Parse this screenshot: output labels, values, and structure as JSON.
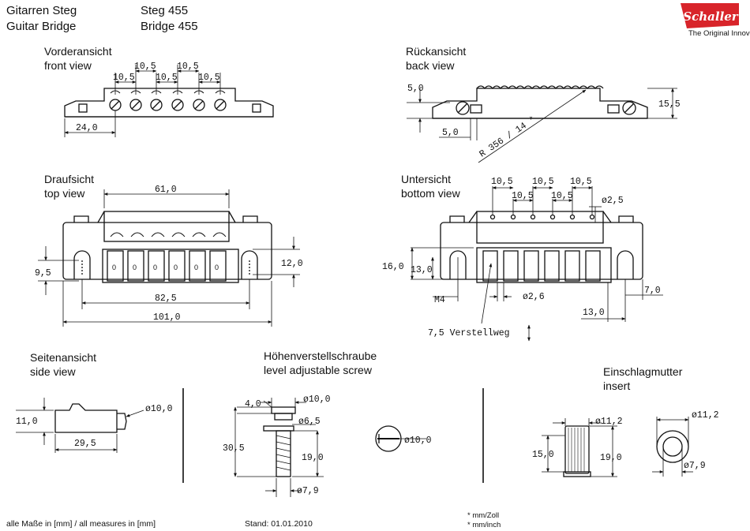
{
  "header": {
    "title_de": "Gitarren Steg",
    "title_en": "Guitar Bridge",
    "model_de": "Steg 455",
    "model_en": "Bridge 455"
  },
  "logo": {
    "brand": "Schaller",
    "tagline": "The Original Innovators",
    "color": "#d8242a"
  },
  "views": {
    "front": {
      "title_de": "Vorderansicht",
      "title_en": "front view"
    },
    "back": {
      "title_de": "Rückansicht",
      "title_en": "back view"
    },
    "top": {
      "title_de": "Draufsicht",
      "title_en": "top view"
    },
    "bottom": {
      "title_de": "Untersicht",
      "title_en": "bottom view"
    },
    "side": {
      "title_de": "Seitenansicht",
      "title_en": "side view"
    },
    "screw": {
      "title_de": "Höhenverstellschraube",
      "title_en": "level adjustable screw"
    },
    "insert": {
      "title_de": "Einschlagmutter",
      "title_en": "insert"
    }
  },
  "dims": {
    "front_spacing": "10,5",
    "front_24": "24,0",
    "back_5a": "5,0",
    "back_5b": "5,0",
    "back_155": "15,5",
    "back_radius": "R 356 / 14 *",
    "top_61": "61,0",
    "top_95": "9,5",
    "top_12": "12,0",
    "top_825": "82,5",
    "top_101": "101,0",
    "bot_spacing": "10,5",
    "bot_d25": "ø2,5",
    "bot_16": "16,0",
    "bot_13": "13,0",
    "bot_m4": "M4",
    "bot_d26": "ø2,6",
    "bot_7": "7,0",
    "bot_130": "13,0",
    "bot_travel": "7,5 Verstellweg",
    "side_11": "11,0",
    "side_d10": "ø10,0",
    "side_295": "29,5",
    "screw_4": "4,0",
    "screw_d10": "ø10,0",
    "screw_d65": "ø6,5",
    "screw_305": "30,5",
    "screw_19": "19,0",
    "screw_d79": "ø7,9",
    "screwhead_d10": "ø10,0",
    "ins_d112a": "ø11,2",
    "ins_15": "15,0",
    "ins_19": "19,0",
    "ins_d112b": "ø11,2",
    "ins_d79": "ø7,9"
  },
  "footer": {
    "measures": "alle Maße in [mm] / all measures in [mm]",
    "date": "Stand: 01.01.2010",
    "note1": "* mm/Zoll",
    "note2": "* mm/inch"
  },
  "saddle_labels": [
    "0",
    "0",
    "0",
    "0",
    "0",
    "0"
  ]
}
